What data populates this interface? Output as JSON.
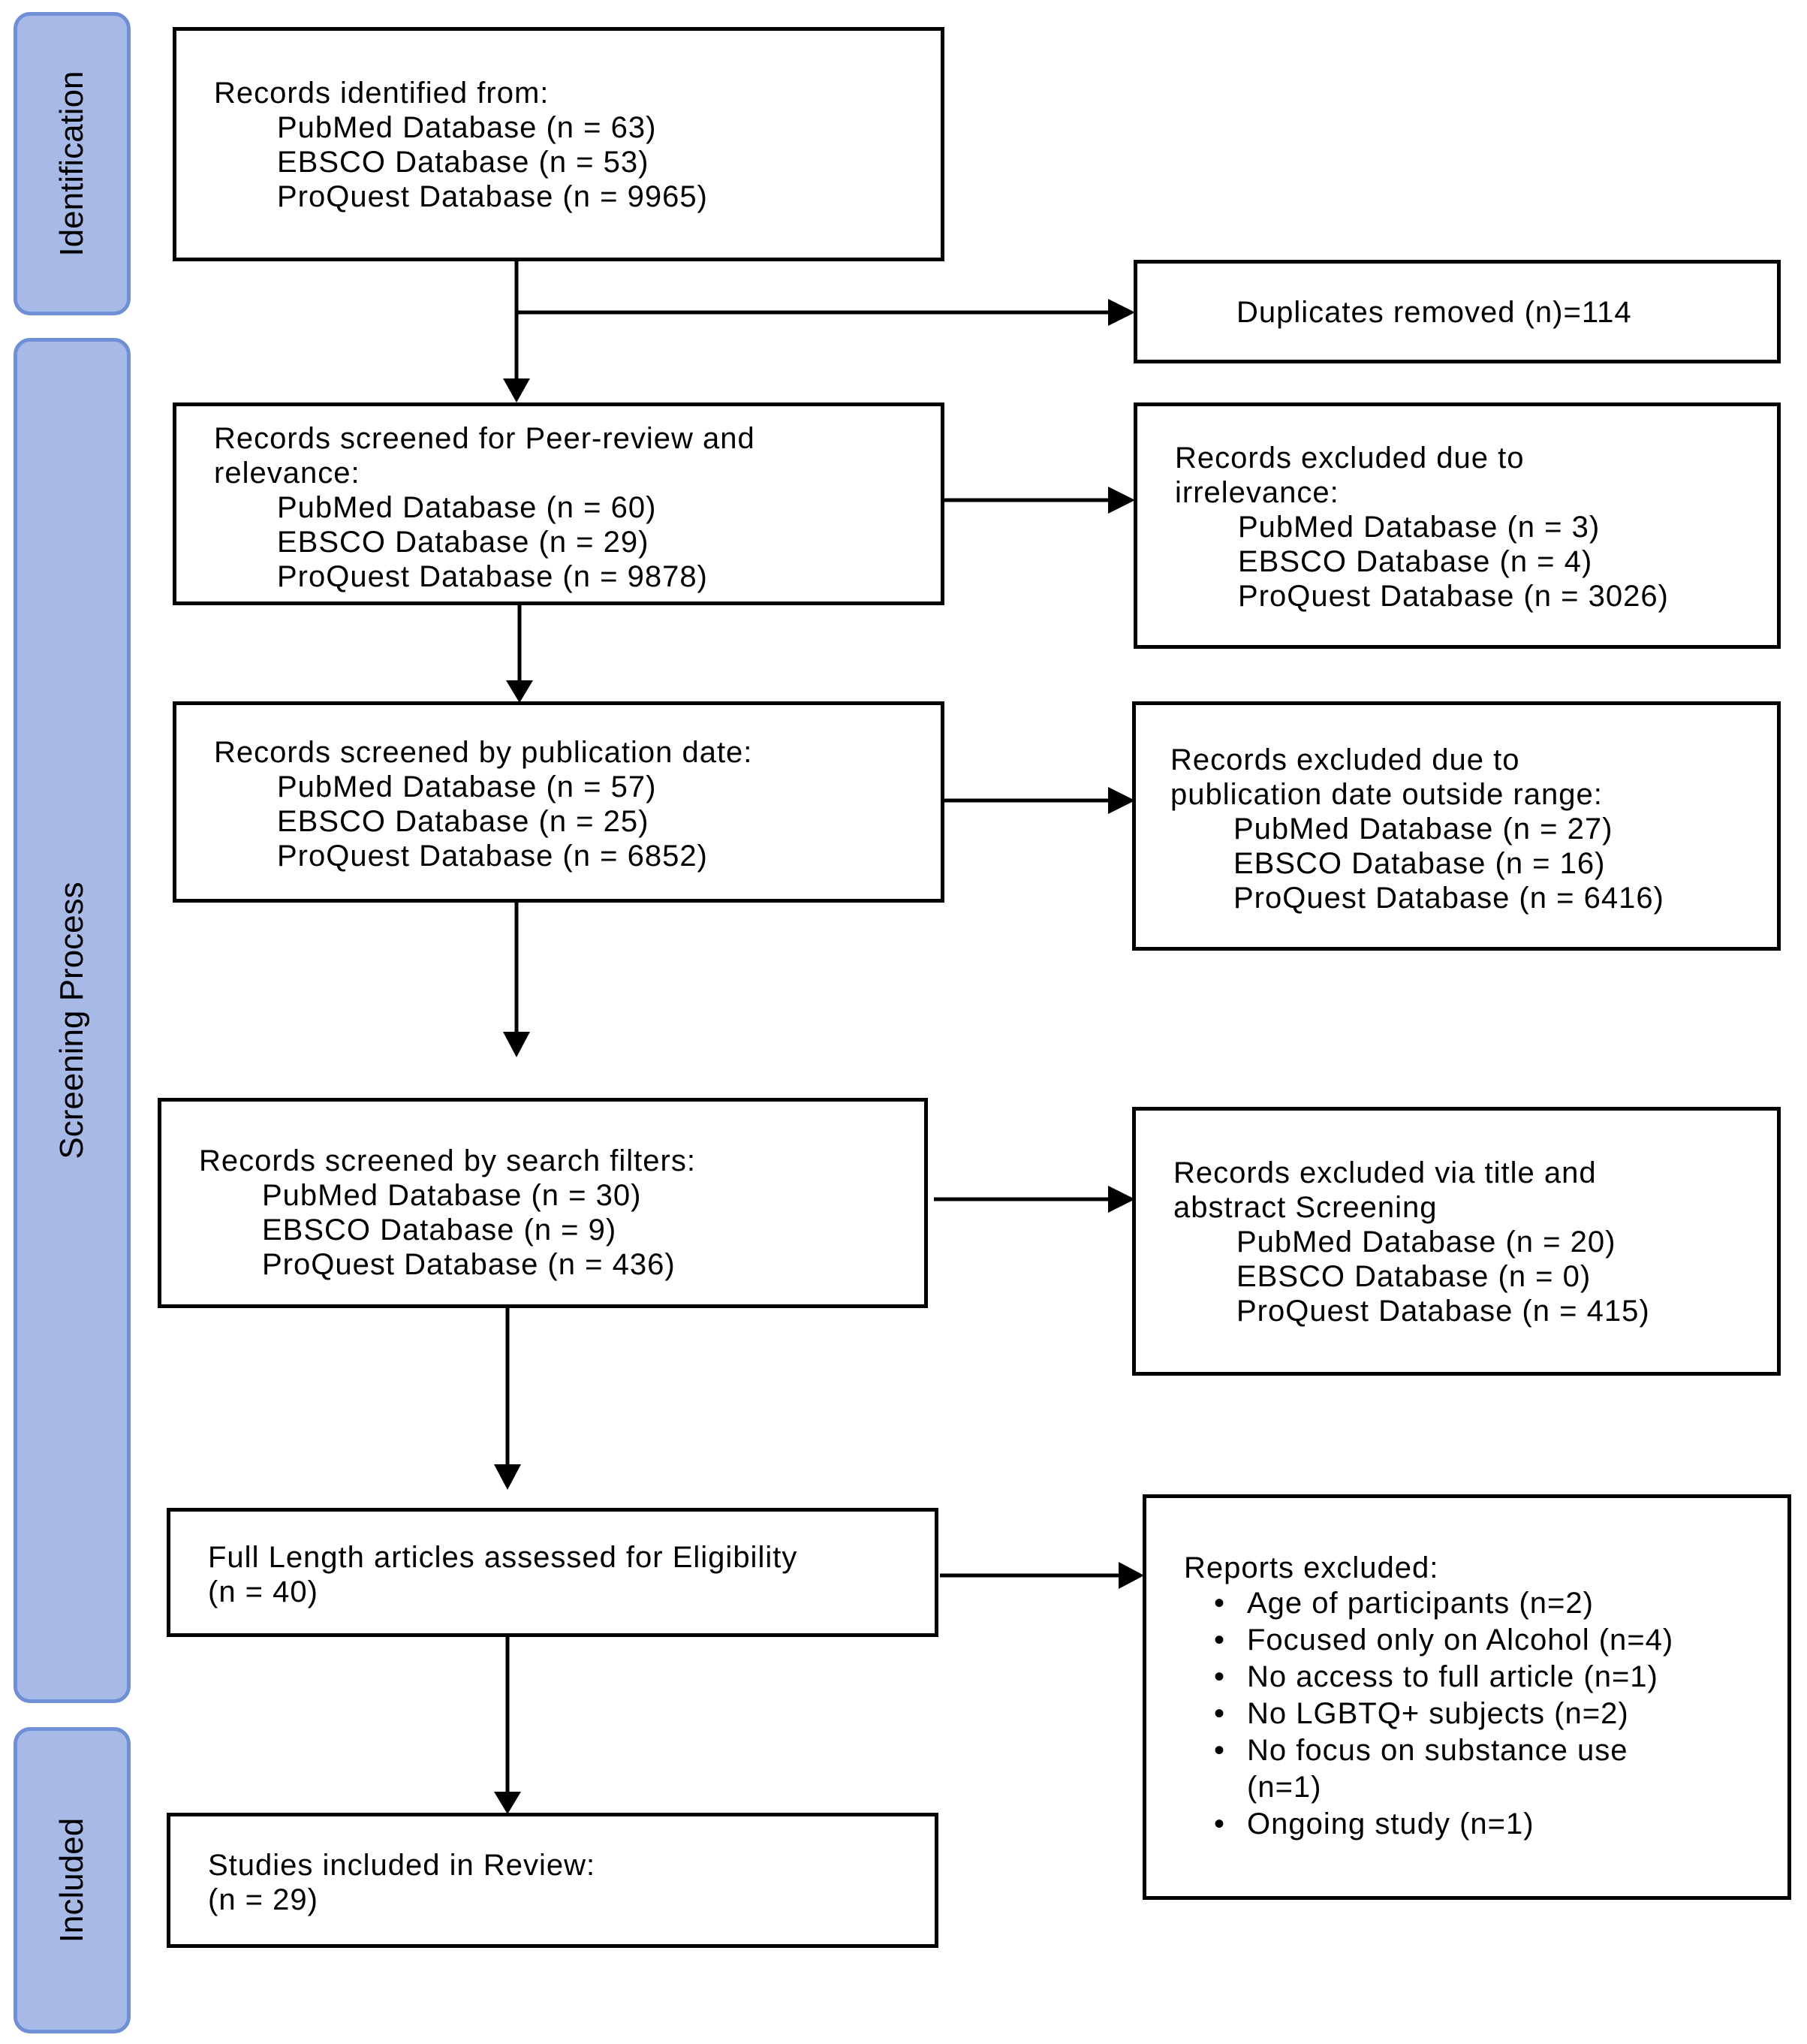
{
  "phases": {
    "identification": "Identification",
    "screening": "Screening Process",
    "included": "Included"
  },
  "boxes": {
    "identified": {
      "title": "Records identified from:",
      "lines": [
        "PubMed Database (n = 63)",
        "EBSCO Database (n = 53)",
        "ProQuest Database (n = 9965)"
      ]
    },
    "duplicates": {
      "text": "Duplicates removed (n)=114"
    },
    "peer_review": {
      "title_1": "Records screened for Peer-review and",
      "title_2": "relevance:",
      "lines": [
        "PubMed Database (n = 60)",
        "EBSCO Database (n = 29)",
        "ProQuest Database (n = 9878)"
      ]
    },
    "excluded_irrelevance": {
      "title_1": "Records excluded due to",
      "title_2": "irrelevance:",
      "lines": [
        "PubMed Database (n = 3)",
        "EBSCO Database (n = 4)",
        "ProQuest Database (n = 3026)"
      ]
    },
    "pub_date": {
      "title": "Records screened by publication date:",
      "lines": [
        "PubMed Database (n = 57)",
        "EBSCO Database (n = 25)",
        "ProQuest Database (n = 6852)"
      ]
    },
    "excluded_date": {
      "title_1": "Records excluded due to",
      "title_2": "publication date outside range:",
      "lines": [
        "PubMed Database (n = 27)",
        "EBSCO Database (n = 16)",
        "ProQuest Database (n = 6416)"
      ]
    },
    "search_filters": {
      "title": "Records screened by search filters:",
      "lines": [
        "PubMed Database (n = 30)",
        "EBSCO Database (n = 9)",
        "ProQuest Database (n = 436)"
      ]
    },
    "excluded_title": {
      "title_1": "Records excluded via title and",
      "title_2": "abstract Screening",
      "lines": [
        "PubMed Database (n = 20)",
        "EBSCO Database (n = 0)",
        "ProQuest Database (n = 415)"
      ]
    },
    "full_length": {
      "title": "Full Length articles assessed for Eligibility",
      "count": "(n = 40)"
    },
    "reports_excluded": {
      "title": "Reports excluded:",
      "items": [
        "Age of participants (n=2)",
        "Focused only on Alcohol (n=4)",
        "No access to full article (n=1)",
        "No LGBTQ+ subjects (n=2)",
        "No focus on substance use",
        "Ongoing study (n=1)"
      ],
      "item_5_cont": "(n=1)"
    },
    "included": {
      "title": "Studies included in Review:",
      "count": "(n = 29)"
    }
  }
}
